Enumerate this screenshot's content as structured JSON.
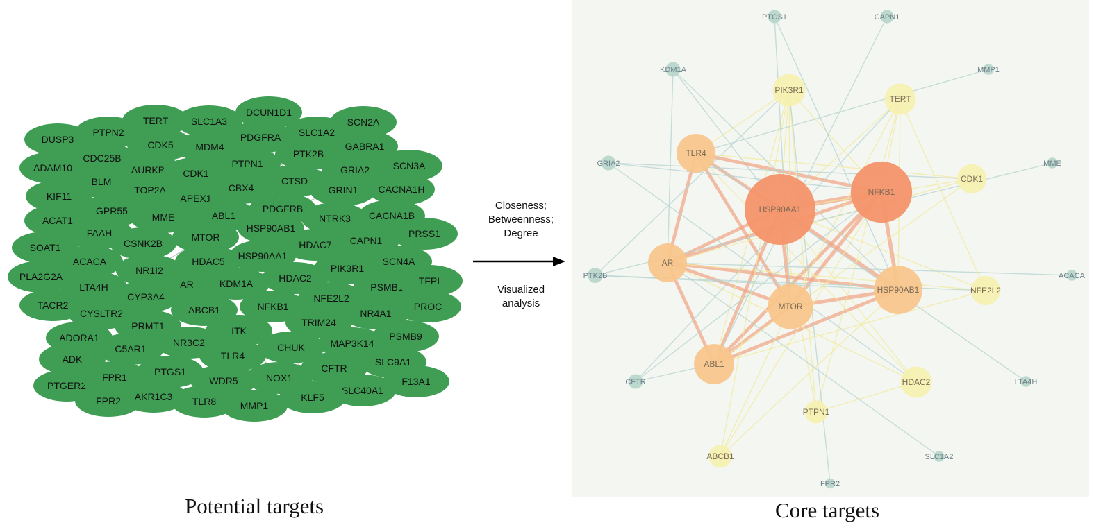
{
  "captions": {
    "left": "Potential targets",
    "right": "Core targets"
  },
  "arrow": {
    "method_lines": [
      "Closeness;",
      "Betweenness;",
      "Degree"
    ],
    "result_lines": [
      "Visualized",
      "analysis"
    ]
  },
  "colors": {
    "potential_node": "#3f9e54",
    "potential_edge": "#8a8a8a",
    "core_panel": "#f4f6f2",
    "core_high": "#f4936a",
    "core_mid": "#f8c68c",
    "core_low": "#f6f0b0",
    "core_peripheral": "#b9d6cc"
  },
  "potential_network": {
    "nodes": [
      "TERT",
      "SLC1A3",
      "DCUN1D1",
      "SCN2A",
      "DUSP3",
      "PTPN2",
      "CDK5",
      "MDM4",
      "PDGFRA",
      "SLC1A2",
      "GABRA1",
      "ADAM10",
      "CDC25B",
      "AURKB",
      "CDK1",
      "PTPN1",
      "PTK2B",
      "GRIA2",
      "SCN3A",
      "KIF11",
      "BLM",
      "TOP2A",
      "CBX4",
      "CTSD",
      "GRIN1",
      "CACNA1H",
      "GPR55",
      "APEX1",
      "ABL1",
      "PDGFRB",
      "ACAT1",
      "MME",
      "NTRK3",
      "CACNA1B",
      "FAAH",
      "MTOR",
      "HSP90AB1",
      "PRSS1",
      "SOAT1",
      "CSNK2B",
      "HDAC7",
      "CAPN1",
      "ACACA",
      "HDAC5",
      "HSP90AA1",
      "NR1I2",
      "PIK3R1",
      "SCN4A",
      "PLA2G2A",
      "LTA4H",
      "AR",
      "KDM1A",
      "HDAC2",
      "PSMB1",
      "TFPI",
      "TACR2",
      "CYP3A4",
      "NFE2L2",
      "CYSLTR2",
      "ABCB1",
      "NFKB1",
      "NR4A1",
      "PROC",
      "PRMT1",
      "TRIM24",
      "ITK",
      "ADORA1",
      "C5AR1",
      "NR3C2",
      "MAP3K14",
      "PSMB9",
      "CHUK",
      "ADK",
      "TLR4",
      "CFTR",
      "SLC9A1",
      "PTGS1",
      "PTGER2",
      "FPR1",
      "WDR5",
      "NOX1",
      "F13A1",
      "SLC40A1",
      "FPR2",
      "AKR1C3",
      "TLR8",
      "KLF5",
      "MMP1"
    ]
  },
  "core_network": {
    "nodes": [
      {
        "name": "PTGS1",
        "degree": 1
      },
      {
        "name": "CAPN1",
        "degree": 1
      },
      {
        "name": "KDM1A",
        "degree": 1.2
      },
      {
        "name": "MMP1",
        "degree": 0.6
      },
      {
        "name": "PIK3R1",
        "degree": 4
      },
      {
        "name": "TERT",
        "degree": 3.8
      },
      {
        "name": "TLR4",
        "degree": 5
      },
      {
        "name": "GRIA2",
        "degree": 1.2
      },
      {
        "name": "MME",
        "degree": 0.6
      },
      {
        "name": "NFKB1",
        "degree": 8.5
      },
      {
        "name": "CDK1",
        "degree": 3.5
      },
      {
        "name": "HSP90AA1",
        "degree": 10
      },
      {
        "name": "AR",
        "degree": 5
      },
      {
        "name": "PTK2B",
        "degree": 1.3
      },
      {
        "name": "ACACA",
        "degree": 0.6
      },
      {
        "name": "HSP90AB1",
        "degree": 6.5
      },
      {
        "name": "NFE2L2",
        "degree": 3.5
      },
      {
        "name": "MTOR",
        "degree": 6
      },
      {
        "name": "ABL1",
        "degree": 5.2
      },
      {
        "name": "HDAC2",
        "degree": 3.8
      },
      {
        "name": "CFTR",
        "degree": 1.2
      },
      {
        "name": "LTA4H",
        "degree": 0.6
      },
      {
        "name": "PTPN1",
        "degree": 2.5
      },
      {
        "name": "ABCB1",
        "degree": 2.5
      },
      {
        "name": "SLC1A2",
        "degree": 0.6
      },
      {
        "name": "FPR2",
        "degree": 0.5
      }
    ],
    "edges": [
      [
        "HSP90AA1",
        "NFKB1"
      ],
      [
        "HSP90AA1",
        "MTOR"
      ],
      [
        "HSP90AA1",
        "HSP90AB1"
      ],
      [
        "HSP90AA1",
        "AR"
      ],
      [
        "HSP90AA1",
        "TLR4"
      ],
      [
        "HSP90AA1",
        "PIK3R1"
      ],
      [
        "HSP90AA1",
        "TERT"
      ],
      [
        "HSP90AA1",
        "ABL1"
      ],
      [
        "HSP90AA1",
        "HDAC2"
      ],
      [
        "HSP90AA1",
        "CDK1"
      ],
      [
        "HSP90AA1",
        "NFE2L2"
      ],
      [
        "HSP90AA1",
        "KDM1A"
      ],
      [
        "HSP90AA1",
        "PTPN1"
      ],
      [
        "NFKB1",
        "MTOR"
      ],
      [
        "NFKB1",
        "HSP90AB1"
      ],
      [
        "NFKB1",
        "TLR4"
      ],
      [
        "NFKB1",
        "AR"
      ],
      [
        "NFKB1",
        "PIK3R1"
      ],
      [
        "NFKB1",
        "ABL1"
      ],
      [
        "NFKB1",
        "TERT"
      ],
      [
        "MTOR",
        "HSP90AB1"
      ],
      [
        "MTOR",
        "ABL1"
      ],
      [
        "MTOR",
        "AR"
      ],
      [
        "MTOR",
        "PIK3R1"
      ],
      [
        "MTOR",
        "TLR4"
      ],
      [
        "HSP90AB1",
        "AR"
      ],
      [
        "HSP90AB1",
        "TERT"
      ],
      [
        "HSP90AB1",
        "ABL1"
      ],
      [
        "AR",
        "KDM1A"
      ],
      [
        "AR",
        "TLR4"
      ],
      [
        "AR",
        "ABL1"
      ],
      [
        "ABL1",
        "CFTR"
      ],
      [
        "ABL1",
        "PIK3R1"
      ],
      [
        "TLR4",
        "PIK3R1"
      ],
      [
        "TERT",
        "MTOR"
      ],
      [
        "CDK1",
        "AR"
      ],
      [
        "CDK1",
        "ABL1"
      ],
      [
        "NFE2L2",
        "AR"
      ],
      [
        "NFE2L2",
        "ABL1"
      ],
      [
        "HDAC2",
        "AR"
      ],
      [
        "HDAC2",
        "TLR4"
      ],
      [
        "PTPN1",
        "PIK3R1"
      ],
      [
        "PTPN1",
        "TERT"
      ],
      [
        "ABCB1",
        "NFKB1"
      ],
      [
        "ABCB1",
        "PIK3R1"
      ],
      [
        "ABCB1",
        "MTOR"
      ],
      [
        "GRIA2",
        "NFKB1"
      ],
      [
        "GRIA2",
        "CDK1"
      ],
      [
        "PTK2B",
        "HSP90AB1"
      ],
      [
        "PTK2B",
        "PIK3R1"
      ],
      [
        "CAPN1",
        "ABL1"
      ],
      [
        "PTGS1",
        "HSP90AB1"
      ],
      [
        "PTGS1",
        "MTOR"
      ],
      [
        "KDM1A",
        "HSP90AB1"
      ],
      [
        "MMP1",
        "TLR4"
      ],
      [
        "MME",
        "PTK2B"
      ],
      [
        "ACACA",
        "AR"
      ],
      [
        "LTA4H",
        "TLR4"
      ],
      [
        "SLC1A2",
        "AR"
      ],
      [
        "FPR2",
        "PIK3R1"
      ],
      [
        "CFTR",
        "NFKB1"
      ],
      [
        "CFTR",
        "TERT"
      ],
      [
        "PTK2B",
        "NFE2L2"
      ],
      [
        "GRIA2",
        "HDAC2"
      ],
      [
        "ABCB1",
        "HSP90AB1"
      ],
      [
        "PTPN1",
        "HDAC2"
      ],
      [
        "CDK1",
        "TLR4"
      ],
      [
        "NFE2L2",
        "TERT"
      ]
    ]
  }
}
